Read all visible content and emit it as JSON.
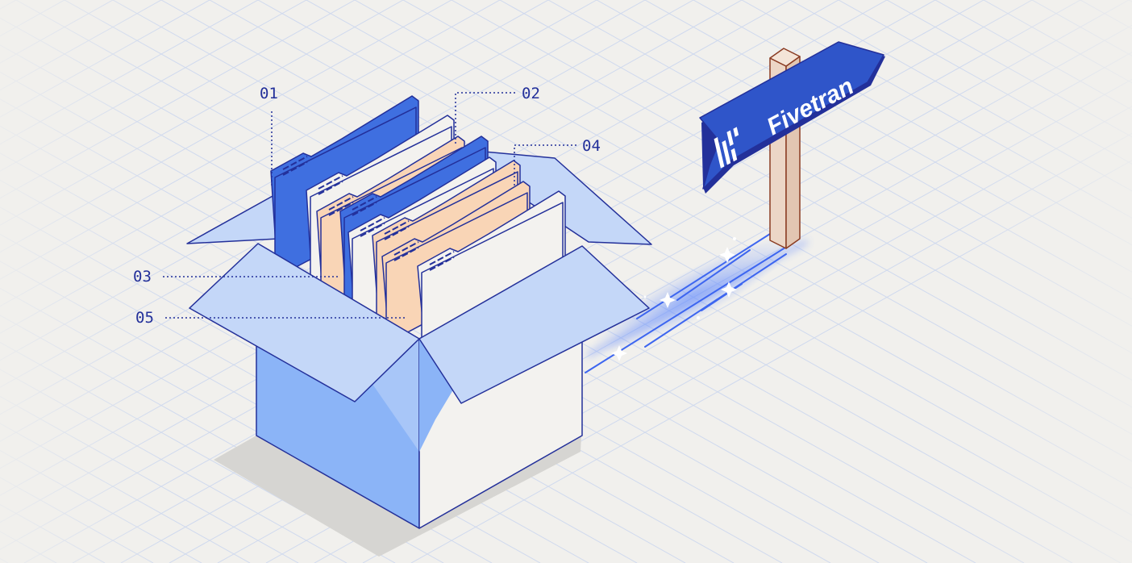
{
  "illustration": {
    "callouts": [
      {
        "id": "01",
        "label": "01"
      },
      {
        "id": "02",
        "label": "02"
      },
      {
        "id": "03",
        "label": "03"
      },
      {
        "id": "04",
        "label": "04"
      },
      {
        "id": "05",
        "label": "05"
      }
    ],
    "signpost": {
      "brand_text": "Fivetran"
    },
    "colors": {
      "background": "#f1f0ed",
      "grid": "#cfd9ee",
      "box_light": "#c4d7f8",
      "box_mid": "#8bb4f7",
      "box_white": "#f3f2ef",
      "outline": "#23309a",
      "folder_blue": "#3f6fe0",
      "folder_peach": "#f9d5b6",
      "folder_white": "#f3f2ef",
      "sign_blue": "#2f55c9",
      "post": "#ecd6c6",
      "post_outline": "#8a3b22"
    },
    "icons": [
      "fivetran-logo-icon",
      "sparkle-icon"
    ]
  }
}
